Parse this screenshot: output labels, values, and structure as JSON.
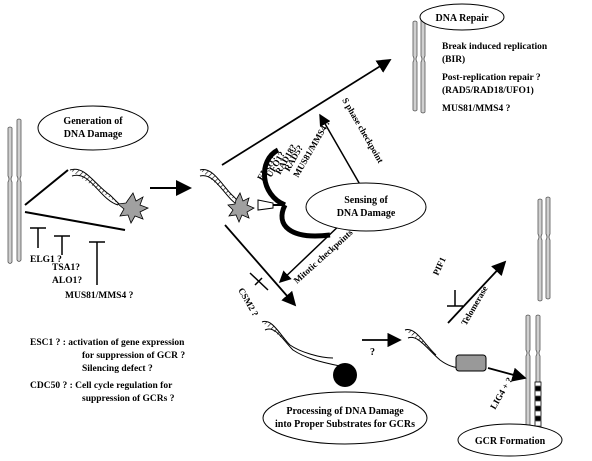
{
  "ellipses": {
    "generation": [
      "Generation of",
      "DNA Damage"
    ],
    "repair": "DNA Repair",
    "sensing": [
      "Sensing of",
      "DNA Damage"
    ],
    "processing": [
      "Processing of DNA Damage",
      "into Proper Substrates for GCRs"
    ],
    "gcr_formation": "GCR Formation"
  },
  "repair_text": {
    "bir": [
      "Break induced replication",
      "(BIR)"
    ],
    "prr": [
      "Post-replication repair ?",
      "(RAD5/RAD18/UFO1)"
    ],
    "mus": "MUS81/MMS4 ?"
  },
  "inhibitors": {
    "elg1": "ELG1 ?",
    "tsa1": "TSA1?",
    "alo1": "ALO1?",
    "mus81": "MUS81/MMS4 ?"
  },
  "sensing_genes": [
    "MUS81/MMS4 ?",
    "RAD5?",
    "RAD18?",
    "UFO1?",
    "ELG1?"
  ],
  "checkpoints": {
    "s_phase": "S phase checkpoint",
    "mitotic": "Mitotic checkpoints"
  },
  "other_labels": {
    "csm2": "CSM2 ?",
    "question": "?",
    "pif1": "PIF1",
    "telomerase": "Telomerase",
    "lig4": "LIG4 + ?"
  },
  "bottom_notes": {
    "esc1": [
      "ESC1 ? : activation of gene expression",
      "for suppression of GCR ?",
      "Silencing defect ?"
    ],
    "cdc50": [
      "CDC50 ? : Cell cycle regulation for",
      "suppression of GCRs ?"
    ]
  }
}
